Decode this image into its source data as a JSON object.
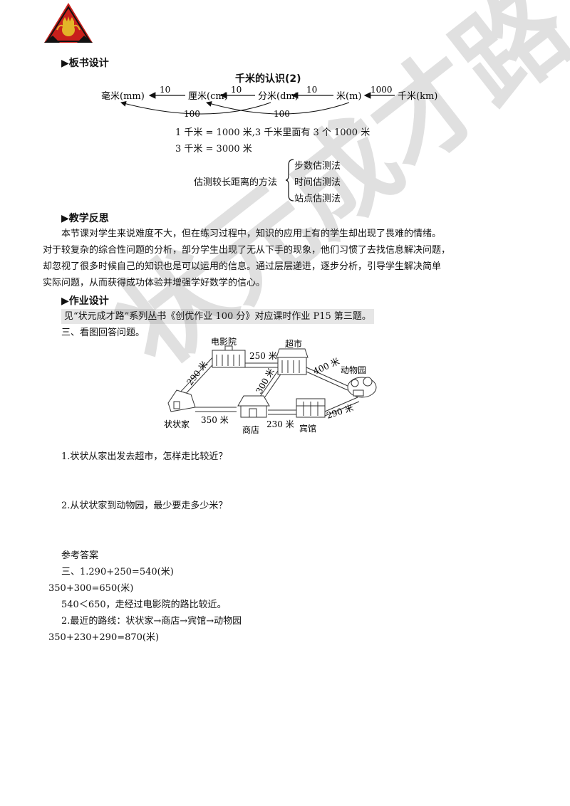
{
  "logo": {
    "name": "logo"
  },
  "watermark": {
    "text": "状元成才路"
  },
  "sections": {
    "board": "▶板书设计",
    "reflection": "▶教学反思",
    "homework": "▶作业设计"
  },
  "board": {
    "title": "千米的认识(2)",
    "units": [
      "毫米(mm)",
      "厘米(cm)",
      "分米(dm)",
      "米(m)",
      "千米(km)"
    ],
    "rates": [
      "10",
      "10",
      "10",
      "1000"
    ],
    "arc_labels": [
      "100",
      "100"
    ],
    "lines": [
      "1 千米 = 1000 米,3 千米里面有 3 个 1000 米",
      "3 千米 = 3000 米"
    ],
    "method_label": "估测较长距离的方法",
    "methods": [
      "步数估测法",
      "时间估测法",
      "站点估测法"
    ]
  },
  "reflection": {
    "lines": [
      "本节课对学生来说难度不大，但在练习过程中，知识的应用上有的学生却出现了畏难的情绪。",
      "对于较复杂的综合性问题的分析，部分学生出现了无从下手的现象，他们习惯了去找信息解决问题，",
      "却忽视了很多时候自己的知识也是可以运用的信息。通过层层递进，逐步分析，引导学生解决简单",
      "实际问题，从而获得成功体验并增强学好数学的信心。"
    ]
  },
  "homework": {
    "note": "见“状元成才路”系列丛书《创优作业 100 分》对应课时作业 P15 第三题。",
    "q_title": "三、看图回答问题。"
  },
  "map": {
    "places": {
      "cinema": "电影院",
      "supermarket": "超市",
      "zoo": "动物园",
      "home": "状状家",
      "shop": "商店",
      "hotel": "宾馆"
    },
    "distances": {
      "cinema_supermarket": "250 米",
      "home_cinema": "290 米",
      "supermarket_shop": "300 米",
      "supermarket_zoo": "400 米",
      "home_shop": "350 米",
      "shop_hotel": "230 米",
      "hotel_zoo": "290 米"
    }
  },
  "questions": [
    "1.状状从家出发去超市，怎样走比较近？",
    "2.从状状家到动物园，最少要走多少米？"
  ],
  "answers": {
    "title": "参考答案",
    "lines": [
      "三、1.290+250=540(米)",
      "350+300=650(米)",
      "540＜650，走经过电影院的路比较近。",
      "2.最近的路线：状状家→商店→宾馆→动物园",
      "350+230+290=870(米)"
    ]
  },
  "colors": {
    "logo_red": "#c8201c",
    "logo_gold": "#e3b428",
    "highlight": "#e6e6e6"
  }
}
